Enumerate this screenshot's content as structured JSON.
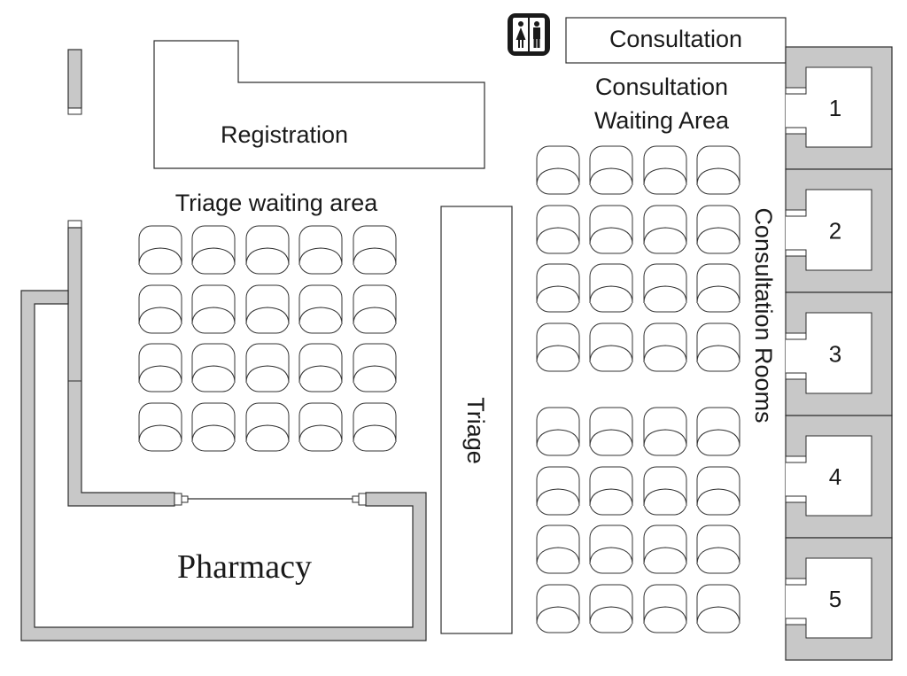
{
  "labels": {
    "registration": "Registration",
    "triage_waiting_area": "Triage waiting area",
    "triage": "Triage",
    "pharmacy": "Pharmacy",
    "consultation": "Consultation",
    "consultation_waiting_line1": "Consultation",
    "consultation_waiting_line2": "Waiting Area",
    "consultation_rooms": "Consultation Rooms"
  },
  "rooms": [
    "1",
    "2",
    "3",
    "4",
    "5"
  ],
  "icons": {
    "restroom": "restroom-icon"
  },
  "colors": {
    "wall": "#c8c8c8",
    "stroke": "#2e2e2e"
  }
}
